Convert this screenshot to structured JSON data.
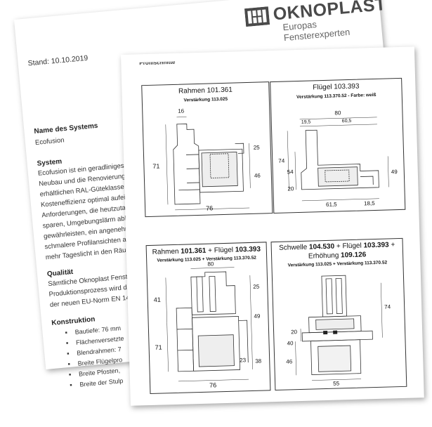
{
  "back_page": {
    "brand": "OKNOPLAST",
    "slogan": "Europas Fensterexperten",
    "stand": "Stand: 10.10.2019",
    "system_name_heading": "Name des Systems",
    "system_name": "Ecofusion",
    "system_heading": "System",
    "system_lines": [
      "Ecofusion ist ein geradliniges, l",
      "Neubau und die Renovierung.",
      "erhältlichen RAL-Güteklasse A",
      "Kosteneffizienz optimal aufein",
      "Anforderungen, die heutzutag",
      "sparen, Umgebungslärm abh",
      "gewährleisten, ein angenehm",
      "schmalere Profilansichten a",
      "mehr Tageslicht in den Räu"
    ],
    "quality_heading": "Qualität",
    "quality_lines": [
      "Sämtliche Oknoplast Fenst",
      "Produktionsprozess wird d",
      "der neuen EU-Norm EN 14"
    ],
    "construction_heading": "Konstruktion",
    "construction_items": [
      "Bautiefe: 76 mm",
      "Flächenversetzte",
      "Blendrahmen: 7",
      "Breite Flügelpro",
      "Breite Pfosten,",
      "Breite der Stulp"
    ]
  },
  "front_page": {
    "header_fragment": "Profilschnitte",
    "panels": [
      {
        "title": "Rahmen 101.361",
        "subtitle": "Verstärkung 113.025",
        "dims": [
          "16",
          "25",
          "71",
          "46",
          "76"
        ]
      },
      {
        "title": "Flügel 103.393",
        "subtitle": "Verstärkung 113.370.52 - Farbe: weiß",
        "dims": [
          "80",
          "19,5",
          "60,5",
          "74",
          "54",
          "49",
          "20",
          "61,5",
          "18,5"
        ]
      },
      {
        "title_pre": "Rahmen ",
        "title_b1": "101.361",
        "title_mid": " + Flügel ",
        "title_b2": "103.393",
        "subtitle": "Verstärkung 113.025 + Verstärkung 113.370.52",
        "dims": [
          "80",
          "41",
          "25",
          "49",
          "71",
          "23",
          "38",
          "76"
        ]
      },
      {
        "title_pre": "Schwelle ",
        "title_b1": "104.530",
        "title_mid": " + Flügel ",
        "title_b2": "103.393",
        "title_end": " +",
        "title_line2_pre": "Erhöhung ",
        "title_line2_b": "109.126",
        "subtitle": "Verstärkung 113.025 + Verstärkung 113.370.52",
        "dims": [
          "74",
          "20",
          "40",
          "46",
          "55"
        ]
      }
    ]
  }
}
